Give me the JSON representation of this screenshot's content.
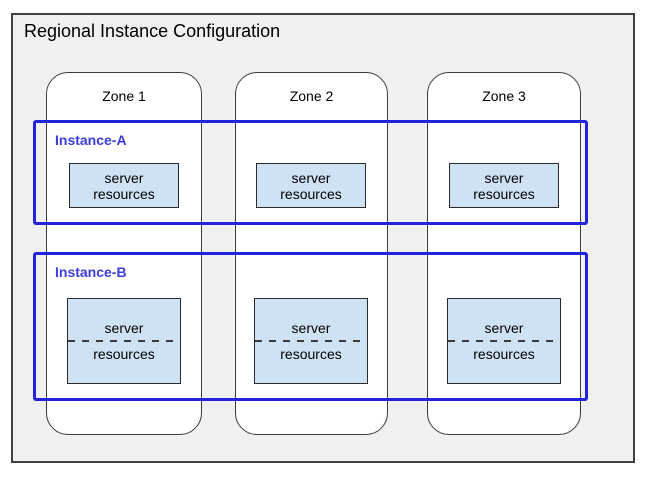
{
  "diagram": {
    "title": "Regional Instance Configuration",
    "zones": [
      {
        "label": "Zone 1"
      },
      {
        "label": "Zone 2"
      },
      {
        "label": "Zone 3"
      }
    ],
    "instances": [
      {
        "label": "Instance-A",
        "boxes": [
          {
            "line1": "server",
            "line2": "resources"
          },
          {
            "line1": "server",
            "line2": "resources"
          },
          {
            "line1": "server",
            "line2": "resources"
          }
        ]
      },
      {
        "label": "Instance-B",
        "boxes": [
          {
            "line1": "server",
            "line2": "resources"
          },
          {
            "line1": "server",
            "line2": "resources"
          },
          {
            "line1": "server",
            "line2": "resources"
          }
        ]
      }
    ],
    "colors": {
      "region_fill": "#f0f0f0",
      "region_border": "#404040",
      "zone_fill": "#ffffff",
      "zone_border": "#3c3c3c",
      "instance_border": "#2222dd",
      "instance_label": "#3c3ce0",
      "server_box_fill": "#cfe2f3",
      "server_box_border": "#2b2b2b",
      "text": "#000000"
    }
  }
}
